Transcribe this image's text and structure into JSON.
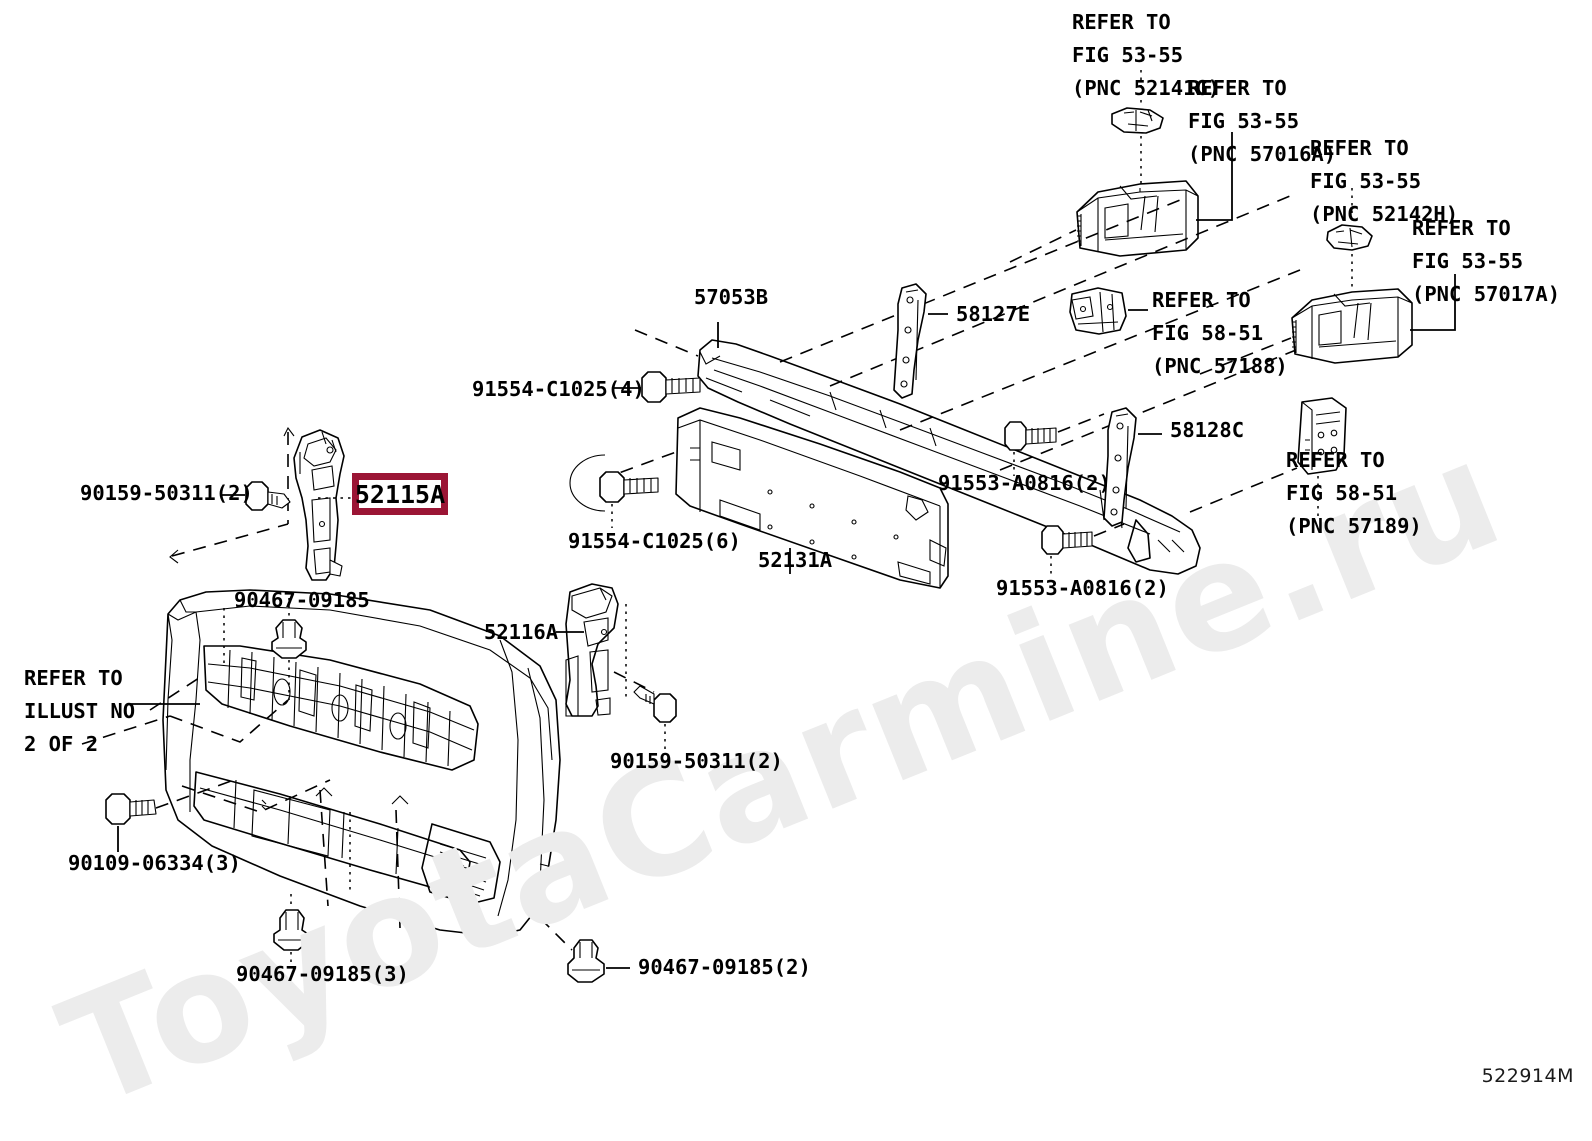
{
  "figure": {
    "id": "522914M",
    "watermark": "ToyotaCarmine.ru"
  },
  "highlight": {
    "part_number": "52115A",
    "border_color": "#9b1535"
  },
  "labels": [
    {
      "key": "refer_52141g",
      "text": "REFER TO\nFIG 53-55\n(PNC 52141G)"
    },
    {
      "key": "refer_57016a",
      "text": "REFER TO\nFIG 53-55\n(PNC 57016A)"
    },
    {
      "key": "refer_52142h",
      "text": "REFER TO\nFIG 53-55\n(PNC 52142H)"
    },
    {
      "key": "refer_57017a",
      "text": "REFER TO\nFIG 53-55\n(PNC 57017A)"
    },
    {
      "key": "refer_57188",
      "text": "REFER TO\nFIG 58-51\n(PNC 57188)"
    },
    {
      "key": "refer_57189",
      "text": "REFER TO\nFIG 58-51\n(PNC 57189)"
    },
    {
      "key": "refer_illust",
      "text": "REFER TO\nILLUST NO\n2 OF 2"
    },
    {
      "key": "p_57053b",
      "text": "57053B"
    },
    {
      "key": "p_58127e",
      "text": "58127E"
    },
    {
      "key": "p_58128c",
      "text": "58128C"
    },
    {
      "key": "p_52131a",
      "text": "52131A"
    },
    {
      "key": "p_52116a",
      "text": "52116A"
    },
    {
      "key": "b_91554_4",
      "text": "91554-C1025(4)"
    },
    {
      "key": "b_91554_6",
      "text": "91554-C1025(6)"
    },
    {
      "key": "b_91553_top",
      "text": "91553-A0816(2)"
    },
    {
      "key": "b_91553_bot",
      "text": "91553-A0816(2)"
    },
    {
      "key": "b_90159_left",
      "text": "90159-50311(2)"
    },
    {
      "key": "b_90159_mid",
      "text": "90159-50311(2)"
    },
    {
      "key": "c_90467_top",
      "text": "90467-09185"
    },
    {
      "key": "c_90467_3",
      "text": "90467-09185(3)"
    },
    {
      "key": "c_90467_2",
      "text": "90467-09185(2)"
    },
    {
      "key": "b_90109",
      "text": "90109-06334(3)"
    }
  ]
}
